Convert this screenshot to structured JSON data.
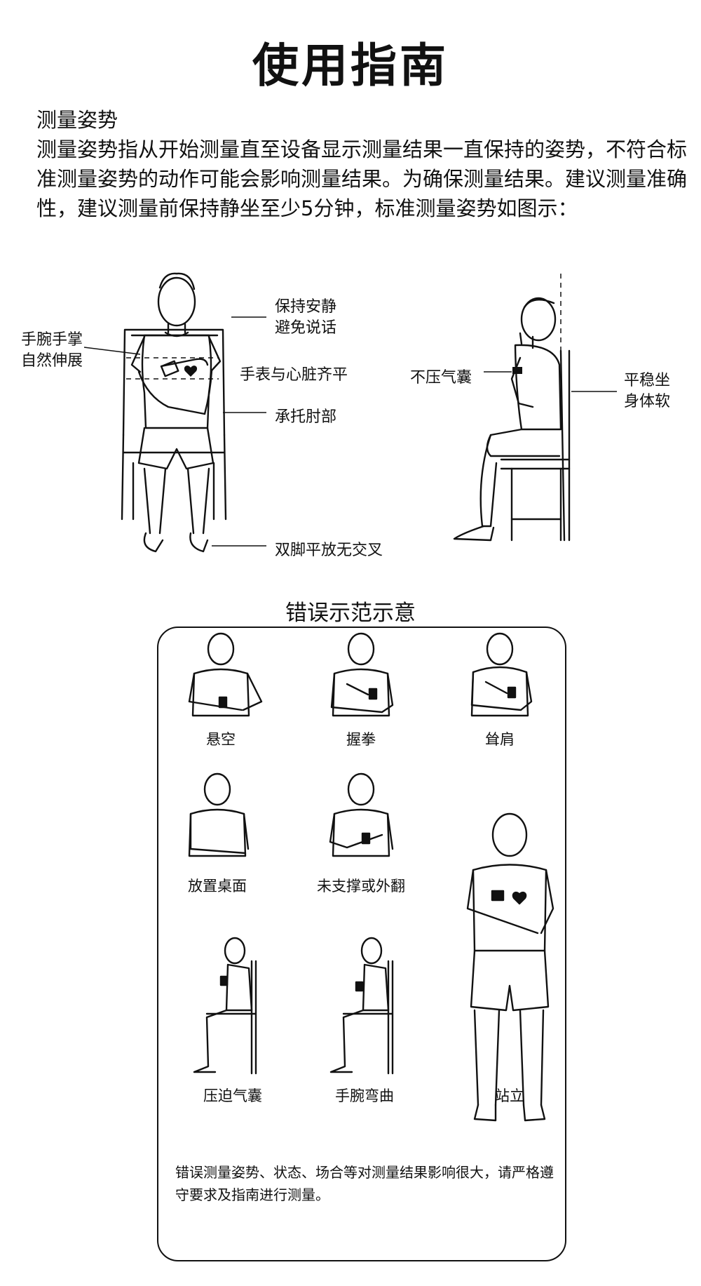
{
  "title": "使用指南",
  "posture": {
    "heading": "测量姿势",
    "paragraph": "测量姿势指从开始测量直至设备显示测量结果一直保持的姿势，不符合标准测量姿势的动作可能会影响测量结果。为确保测量结果。建议测量准确性，建议测量前保持静坐至少5分钟，标准测量姿势如图示："
  },
  "front_labels": {
    "wrist_palm": "手腕手掌\n自然伸展",
    "quiet": "保持安静\n避免说话",
    "watch_heart": "手表与心脏齐平",
    "elbow": "承托肘部",
    "feet": "双脚平放无交叉"
  },
  "side_labels": {
    "no_press": "不压气囊",
    "sit_steady": "平稳坐\n身体软"
  },
  "errors": {
    "title": "错误示范示意",
    "items": [
      "悬空",
      "握拳",
      "耸肩",
      "放置桌面",
      "未支撑或外翻",
      "压迫气囊",
      "手腕弯曲",
      "站立"
    ],
    "note": "错误测量姿势、状态、场合等对测量结果影响很大，请严格遵守要求及指南进行测量。"
  },
  "icons": [
    "heart-icon",
    "watch-icon"
  ]
}
